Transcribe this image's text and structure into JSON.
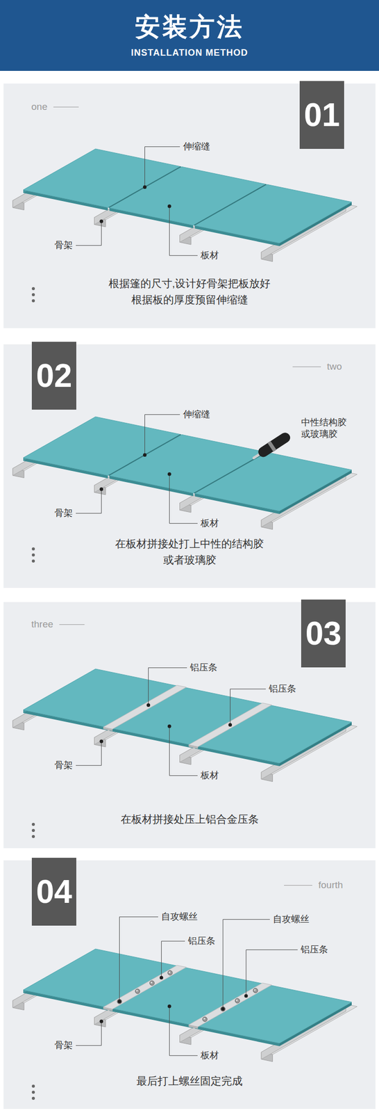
{
  "diagram": {
    "title": "安装方法",
    "nodes": [
      {
        "text": [
          "根据篷的尺寸,设计好骨架把板放好",
          "根据板的厚度预留伸缩缝"
        ]
      },
      {
        "text": [
          "01"
        ],
        "in": 0
      },
      {
        "text": [
          "在板材拼接处打上中性的结构胶 或者玻璃胶"
        ]
      },
      {
        "text": [
          "02"
        ],
        "in": 2
      },
      {
        "text": [
          "在板材拼接处压上铝合金压条"
        ]
      },
      {
        "text": [
          "03"
        ],
        "in": 4
      },
      {
        "text": [
          "最后打上螺丝固定完成"
        ]
      },
      {
        "text": [
          "04"
        ],
        "in": 6
      }
    ],
    "labels": [
      "INSTALLATION METHOD",
      "one",
      "伸缩缝",
      "骨架",
      "板材",
      "two",
      "伸缩缝",
      "中性结构胶 或玻璃胶",
      "骨架",
      "板材",
      "three",
      "铝压条",
      "铝压条",
      "骨架",
      "板材",
      "fourth",
      "自攻螺丝",
      "铝压条",
      "自攻螺丝",
      "铝压条",
      "骨架",
      "板材"
    ]
  }
}
